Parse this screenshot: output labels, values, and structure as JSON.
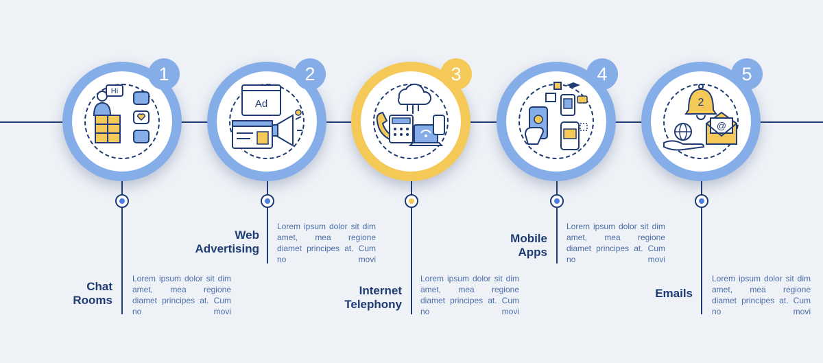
{
  "steps": [
    {
      "number": "1",
      "title_line1": "Chat",
      "title_line2": "Rooms",
      "desc_line1": "Lorem ipsum dolor sit dim",
      "desc_line2": "amet, mea regione",
      "desc_line3": "diamet principes at. Cum",
      "desc_line4": "no movi",
      "icon": "chat-rooms-icon",
      "bubble_text": "Hi"
    },
    {
      "number": "2",
      "title_line1": "Web",
      "title_line2": "Advertising",
      "desc_line1": "Lorem ipsum dolor sit dim",
      "desc_line2": "amet, mea regione",
      "desc_line3": "diamet principes at. Cum",
      "desc_line4": "no movi",
      "icon": "web-advertising-icon",
      "ad_text": "Ad"
    },
    {
      "number": "3",
      "title_line1": "Internet",
      "title_line2": "Telephony",
      "desc_line1": "Lorem ipsum dolor sit dim",
      "desc_line2": "amet, mea regione",
      "desc_line3": "diamet principes at. Cum",
      "desc_line4": "no movi",
      "icon": "internet-telephony-icon",
      "highlight": true
    },
    {
      "number": "4",
      "title_line1": "Mobile",
      "title_line2": "Apps",
      "desc_line1": "Lorem ipsum dolor sit dim",
      "desc_line2": "amet, mea regione",
      "desc_line3": "diamet principes at. Cum",
      "desc_line4": "no movi",
      "icon": "mobile-apps-icon"
    },
    {
      "number": "5",
      "title_line1": "",
      "title_line2": "Emails",
      "desc_line1": "Lorem ipsum dolor sit dim",
      "desc_line2": "amet, mea regione",
      "desc_line3": "diamet principes at. Cum",
      "desc_line4": "no movi",
      "icon": "emails-icon",
      "bell_number": "2",
      "at_symbol": "@"
    }
  ],
  "colors": {
    "navy": "#1f3b73",
    "ring_blue": "#85aee8",
    "ring_highlight": "#f5c958",
    "text_blue": "#4a6ea8",
    "background": "#eef1f6"
  }
}
